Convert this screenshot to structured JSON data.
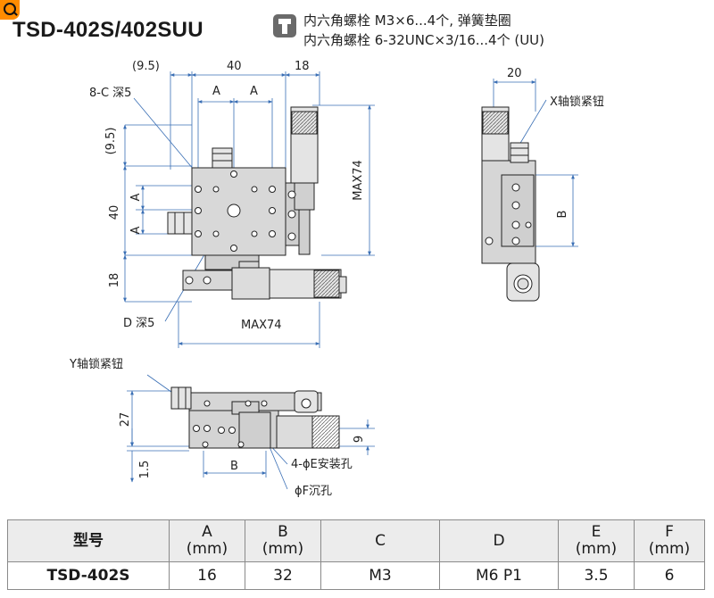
{
  "title": "TSD-402S/402SUU",
  "notes": {
    "line1": "内六角螺栓 M3×6...4个, 弹簧垫圈",
    "line2": "内六角螺栓 6-32UNC×3/16...4个 (UU)"
  },
  "icons": [
    "screw-icon",
    "magnifier-icon"
  ],
  "drawing": {
    "top_view": {
      "dim_9_5_top": "(9.5)",
      "dim_40_top": "40",
      "dim_18_top": "18",
      "dim_A1": "A",
      "dim_A2": "A",
      "label_8c": "8-C 深5",
      "dim_9_5_left": "(9.5)",
      "dim_A_left1": "A",
      "dim_40_left": "40",
      "dim_A_left2": "A",
      "dim_18_left": "18",
      "dim_max74_right": "MAX74",
      "label_d": "D 深5",
      "dim_max74_bottom": "MAX74"
    },
    "side_view": {
      "dim_20": "20",
      "label_x_lock": "X轴锁紧钮",
      "dim_B": "B"
    },
    "front_view": {
      "label_y_lock": "Y轴锁紧钮",
      "dim_27": "27",
      "dim_9": "9",
      "dim_1_5": "1.5",
      "dim_B": "B",
      "label_4e": "4-ϕE安装孔",
      "label_f": "ϕF沉孔"
    }
  },
  "table": {
    "headers": [
      {
        "line1": "型号",
        "line2": ""
      },
      {
        "line1": "A",
        "line2": "(mm)"
      },
      {
        "line1": "B",
        "line2": "(mm)"
      },
      {
        "line1": "C",
        "line2": ""
      },
      {
        "line1": "D",
        "line2": ""
      },
      {
        "line1": "E",
        "line2": "(mm)"
      },
      {
        "line1": "F",
        "line2": "(mm)"
      }
    ],
    "rows": [
      {
        "model": "TSD-402S",
        "a": "16",
        "b": "32",
        "c": "M3",
        "d": "M6 P1",
        "e": "3.5",
        "f": "6"
      }
    ]
  }
}
